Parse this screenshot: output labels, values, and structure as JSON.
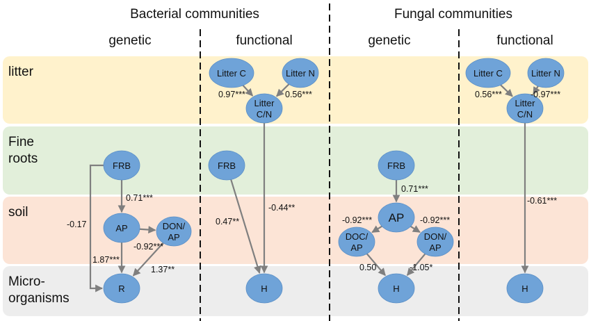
{
  "headers": {
    "bacterial": "Bacterial communities",
    "fungal": "Fungal communities",
    "bact_genetic": "genetic",
    "bact_functional": "functional",
    "fung_genetic": "genetic",
    "fung_functional": "functional"
  },
  "bands": [
    {
      "id": "litter",
      "lines": [
        "litter"
      ],
      "color": "#fff2cc"
    },
    {
      "id": "fine-roots",
      "lines": [
        "Fine",
        "roots"
      ],
      "color": "#e2efda"
    },
    {
      "id": "soil",
      "lines": [
        "soil"
      ],
      "color": "#fce4d6"
    },
    {
      "id": "micro-organisms",
      "lines": [
        "Micro-",
        "organisms"
      ],
      "color": "#ededed"
    }
  ],
  "colors": {
    "node": "#6fa3d8",
    "edge": "#7f7f7f"
  },
  "panels": [
    {
      "id": "bacterial-genetic",
      "nodes": [
        {
          "id": "FRB",
          "lines": [
            "FRB"
          ]
        },
        {
          "id": "AP",
          "lines": [
            "AP"
          ]
        },
        {
          "id": "DON_AP",
          "lines": [
            "DON/",
            "AP"
          ]
        },
        {
          "id": "R",
          "lines": [
            "R"
          ]
        }
      ],
      "edges": [
        {
          "from": "FRB",
          "to": "AP",
          "label": "0.71***"
        },
        {
          "from": "AP",
          "to": "DON_AP",
          "label": ""
        },
        {
          "from": "AP",
          "to": "R",
          "label": "1.87***"
        },
        {
          "from": "DON_AP",
          "to": "R",
          "label": "1.37**"
        },
        {
          "from": "FRB",
          "to": "R",
          "label": "-0.17",
          "routed": true
        }
      ],
      "extra_labels": [
        {
          "text": "-0.92***",
          "near": "DON_AP"
        }
      ]
    },
    {
      "id": "bacterial-functional",
      "nodes": [
        {
          "id": "LitterC",
          "lines": [
            "Litter C"
          ]
        },
        {
          "id": "LitterN",
          "lines": [
            "Litter N"
          ]
        },
        {
          "id": "LitterCN",
          "lines": [
            "Litter",
            "C/N"
          ]
        },
        {
          "id": "FRB",
          "lines": [
            "FRB"
          ]
        },
        {
          "id": "H",
          "lines": [
            "H"
          ]
        }
      ],
      "edges": [
        {
          "from": "LitterC",
          "to": "LitterCN",
          "label": "0.97***"
        },
        {
          "from": "LitterN",
          "to": "LitterCN",
          "label": "0.56***"
        },
        {
          "from": "LitterCN",
          "to": "H",
          "label": "-0.44**"
        },
        {
          "from": "FRB",
          "to": "H",
          "label": "0.47**"
        }
      ]
    },
    {
      "id": "fungal-genetic",
      "nodes": [
        {
          "id": "FRB",
          "lines": [
            "FRB"
          ]
        },
        {
          "id": "AP",
          "lines": [
            "AP"
          ]
        },
        {
          "id": "DOC_AP",
          "lines": [
            "DOC/",
            "AP"
          ]
        },
        {
          "id": "DON_AP",
          "lines": [
            "DON/",
            "AP"
          ]
        },
        {
          "id": "H",
          "lines": [
            "H"
          ]
        }
      ],
      "edges": [
        {
          "from": "FRB",
          "to": "AP",
          "label": "0.71***"
        },
        {
          "from": "AP",
          "to": "DOC_AP",
          "label": "-0.92***"
        },
        {
          "from": "AP",
          "to": "DON_AP",
          "label": "-0.92***"
        },
        {
          "from": "DOC_AP",
          "to": "H",
          "label": "0.50"
        },
        {
          "from": "DON_AP",
          "to": "H",
          "label": "-1.05*"
        }
      ]
    },
    {
      "id": "fungal-functional",
      "nodes": [
        {
          "id": "LitterC",
          "lines": [
            "Litter C"
          ]
        },
        {
          "id": "LitterN",
          "lines": [
            "Litter N"
          ]
        },
        {
          "id": "LitterCN",
          "lines": [
            "Litter",
            "C/N"
          ]
        },
        {
          "id": "H",
          "lines": [
            "H"
          ]
        }
      ],
      "edges": [
        {
          "from": "LitterC",
          "to": "LitterCN",
          "label": "0.56***"
        },
        {
          "from": "LitterN",
          "to": "LitterCN",
          "label": "-0.97***"
        },
        {
          "from": "LitterCN",
          "to": "H",
          "label": "-0.61***"
        }
      ]
    }
  ]
}
